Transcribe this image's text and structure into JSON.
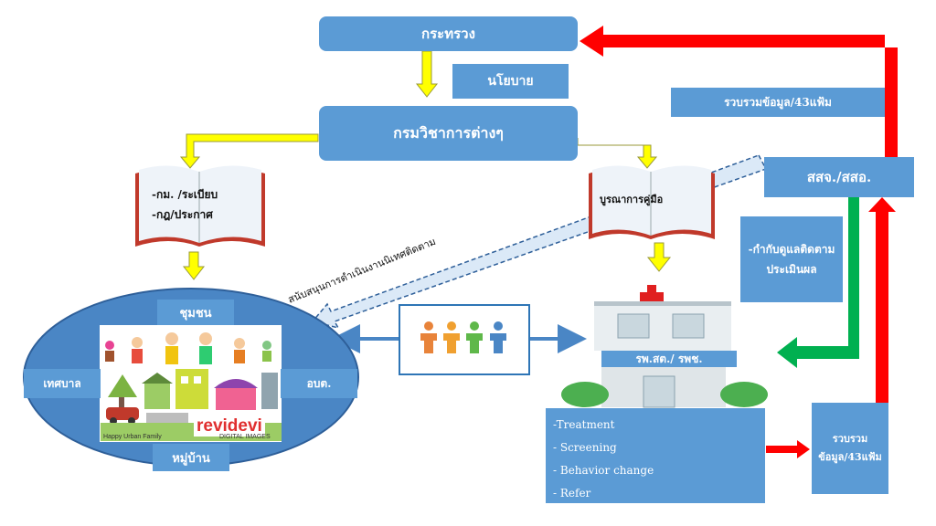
{
  "nodes": {
    "ministry": "กระทรวง",
    "policy": "นโยบาย",
    "departments": "กรมวิชาการต่างๆ",
    "provincial": "สสจ./สสอ.",
    "collect_top": "รวบรวมข้อมูล/43แฟ้ม",
    "supervise": "-กำกับดูแลติดตามประเมินผล",
    "hospital": "รพ.สต./ รพช.",
    "collect_bottom": "รวบรวมข้อมูล/43แฟ้ม",
    "community": "ชุมชน",
    "municipality": "เทศบาล",
    "sao": "อบต.",
    "village": "หมู่บ้าน"
  },
  "books": {
    "left_line1": "-กม. /ระเบียบ",
    "left_line2": "-กฎ/ประกาศ",
    "right_line1": "บูรณาการคู่มือ"
  },
  "services": [
    "-Treatment",
    "- Screening",
    "- Behavior change",
    "- Refer"
  ],
  "support_label": "สนับสนุนการดำเนินงานนิเทศติดตาม",
  "illustration": {
    "brand": "revidevi",
    "caption_left": "Happy Urban Family",
    "caption_right": "DIGITAL IMAGES"
  },
  "colors": {
    "box": "#5b9bd5",
    "arrow_yellow": "#ffff00",
    "arrow_red": "#ff0000",
    "arrow_green": "#00b050",
    "ellipse": "#4a86c5"
  }
}
